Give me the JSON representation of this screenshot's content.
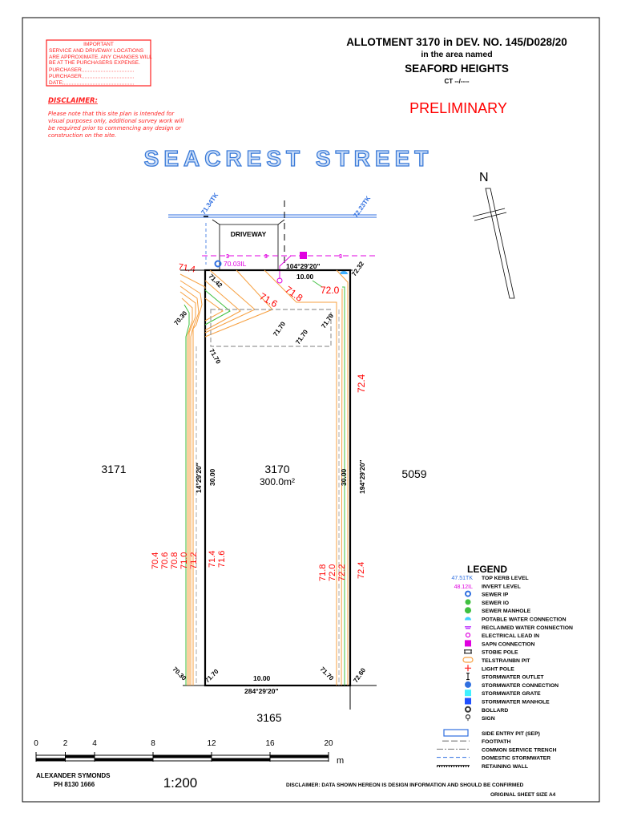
{
  "notice": {
    "heading": "IMPORTANT",
    "lines": [
      "SERVICE AND DRIVEWAY LOCATIONS",
      "ARE APPROXIMATE. ANY CHANGES WILL",
      "BE AT THE PURCHASERS EXPENSE."
    ],
    "purchaser1": "PURCHASER",
    "purchaser2": "PURCHASER",
    "date": "DATE:"
  },
  "disclaimer": {
    "heading": "DISCLAIMER:",
    "lines": [
      "Please note that this site plan is intended for",
      "visual purposes only, additional survey work will",
      "be required prior to commencing any design or",
      "construction on the site."
    ]
  },
  "title": {
    "allotment": "ALLOTMENT 3170 in DEV. NO. 145/D028/20",
    "area_label": "in the area named",
    "area": "SEAFORD HEIGHTS",
    "ct": "CT --/----",
    "status": "PRELIMINARY"
  },
  "street": "SEACREST STREET",
  "north": "N",
  "plan": {
    "driveway": "DRIVEWAY",
    "kerb_left": "71.34TK",
    "kerb_right": "72.23TK",
    "invert": "70.03IL",
    "bearing_top": "104°29'20\"",
    "bearing_bottom": "284°29'20\"",
    "bearing_left": "14°29'20\"",
    "bearing_right": "194°29'20\"",
    "width_top": "10.00",
    "width_bottom": "10.00",
    "depth_left": "30.00",
    "depth_right": "30.00",
    "lot": "3170",
    "area": "300.0m²",
    "lot_left": "3171",
    "lot_right": "5059",
    "lot_below": "3165",
    "levels": {
      "tl": "71.42",
      "tr": "72.32",
      "left_ext": "70.30",
      "pad1": "71.70",
      "pad2": "71.70",
      "pad3": "71.70",
      "pad4": "71.70",
      "bl_out": "70.30",
      "bl": "71.70",
      "br_in": "71.70",
      "br": "72.60"
    },
    "contours": {
      "c714_top": "71.4",
      "c716": "71.6",
      "c718": "71.8",
      "c720": "72.0",
      "c724_right": "72.4",
      "left_group": [
        "70.4",
        "70.6",
        "70.8",
        "71.0",
        "71.2"
      ],
      "left_inner": [
        "71.4",
        "71.6"
      ],
      "right_group": [
        "71.8",
        "72.0",
        "72.2"
      ],
      "right_outer": "72.4"
    },
    "trench_label": "3"
  },
  "legend": {
    "title": "LEGEND",
    "sample_tk": "47.51TK",
    "sample_il": "48.12IL",
    "items": [
      "TOP KERB LEVEL",
      "INVERT LEVEL",
      "SEWER IP",
      "SEWER IO",
      "SEWER MANHOLE",
      "POTABLE WATER CONNECTION",
      "RECLAIMED WATER CONNECTION",
      "ELECTRICAL LEAD IN",
      "SAPN CONNECTION",
      "STOBIE POLE",
      "TELSTRA/NBN PIT",
      "LIGHT POLE",
      "STORMWATER OUTLET",
      "STORMWATER CONNECTION",
      "STORMWATER GRATE",
      "STORMWATER MANHOLE",
      "BOLLARD",
      "SIGN"
    ],
    "line_items": [
      "SIDE ENTRY PIT (SEP)",
      "FOOTPATH",
      "COMMON SERVICE TRENCH",
      "DOMESTIC STORMWATER",
      "RETAINING WALL"
    ]
  },
  "scale": {
    "ticks": [
      "0",
      "2",
      "4",
      "8",
      "12",
      "16",
      "20"
    ],
    "unit": "m",
    "ratio": "1:200"
  },
  "footer": {
    "name": "ALEXANDER SYMONDS",
    "phone": "PH 8130 1666",
    "disclaimer": "DISCLAIMER:  DATA SHOWN HEREON IS DESIGN INFORMATION AND SHOULD BE CONFIRMED",
    "sheet": "ORIGINAL SHEET SIZE A4"
  },
  "colors": {
    "red": "#ff0000",
    "blue": "#2f6fe0",
    "magenta": "#e000e0",
    "orange": "#f7a040",
    "green": "#40c040"
  }
}
